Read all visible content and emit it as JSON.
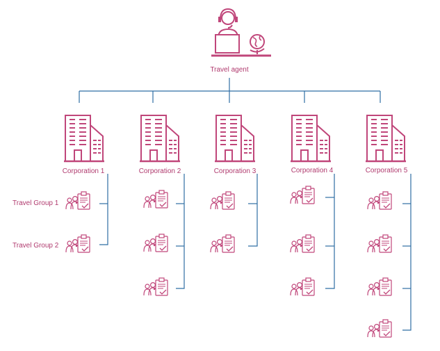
{
  "agent": {
    "label": "Travel agent"
  },
  "corporations": [
    {
      "label": "Corporation 1",
      "groups": 2
    },
    {
      "label": "Corporation 2",
      "groups": 3
    },
    {
      "label": "Corporation 3",
      "groups": 2
    },
    {
      "label": "Corporation 4",
      "groups": 3
    },
    {
      "label": "Corporation 5",
      "groups": 4
    }
  ],
  "group_labels": [
    "Travel Group 1",
    "Travel Group 2"
  ],
  "colors": {
    "icon": "#c0467a",
    "line": "#2e6da4",
    "text": "#b03a6e"
  }
}
